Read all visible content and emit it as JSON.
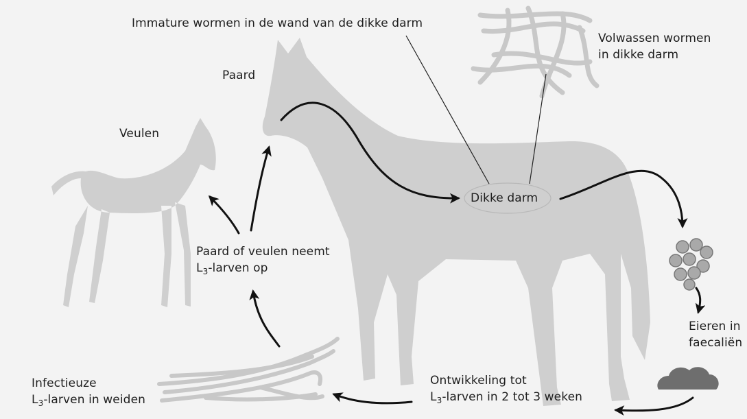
{
  "labels": {
    "immature": "Immature wormen in de wand van de dikke darm",
    "adult_line1": "Volwassen wormen",
    "adult_line2": "in dikke darm",
    "horse": "Paard",
    "foal": "Veulen",
    "colon": "Dikke darm",
    "intake_line1": "Paard of veulen neemt",
    "intake_line2_prefix": "L",
    "intake_line2_sub": "3",
    "intake_line2_suffix": "-larven op",
    "eggs_line1": "Eieren in",
    "eggs_line2": "faecaliën",
    "development_line1": "Ontwikkeling tot",
    "development_line2_prefix": "L",
    "development_line2_sub": "3",
    "development_line2_suffix": "-larven in 2 tot 3 weken",
    "infective_line1": "Infectieuze",
    "infective_line2_prefix": "L",
    "infective_line2_sub": "3",
    "infective_line2_suffix": "-larven in weiden"
  },
  "colors": {
    "background": "#f3f3f3",
    "silhouette": "#cfcfcf",
    "worms": "#c8c8c8",
    "egg": "#a9a9a9",
    "feces": "#6e6e6e",
    "arrow": "#111111",
    "text": "#1e1e1e"
  }
}
